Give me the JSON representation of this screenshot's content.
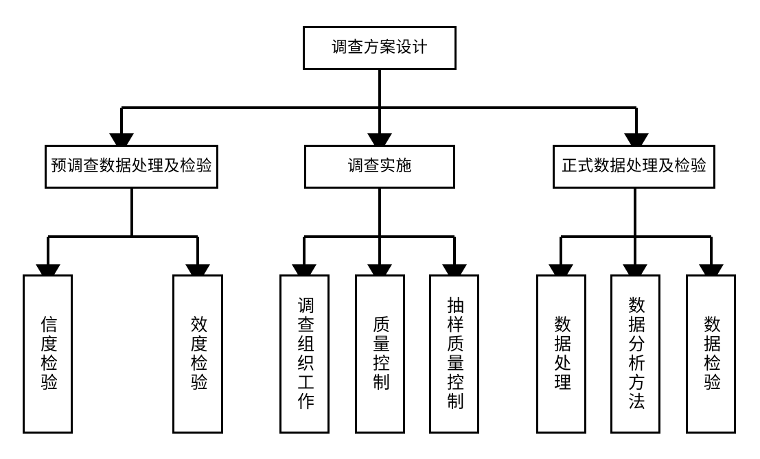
{
  "diagram": {
    "type": "flowchart",
    "orientation": "top-down",
    "title_node": "调查方案设计",
    "colors": {
      "background": "#ffffff",
      "stroke": "#000000",
      "node_fill": "#ffffff",
      "text": "#000000"
    },
    "root": {
      "label": "调查方案设计",
      "text_direction": "horizontal"
    },
    "level2": [
      {
        "label": "预调查数据处理及检验",
        "text_direction": "horizontal"
      },
      {
        "label": "调查实施",
        "text_direction": "horizontal"
      },
      {
        "label": "正式数据处理及检验",
        "text_direction": "horizontal"
      }
    ],
    "leaves": [
      {
        "label": "信度检验",
        "text_direction": "vertical",
        "parent": "预调查数据处理及检验"
      },
      {
        "label": "效度检验",
        "text_direction": "vertical",
        "parent": "预调查数据处理及检验"
      },
      {
        "label": "调查组织工作",
        "text_direction": "vertical",
        "parent": "调查实施"
      },
      {
        "label": "质量控制",
        "text_direction": "vertical",
        "parent": "调查实施"
      },
      {
        "label": "抽样质量控制",
        "text_direction": "vertical",
        "parent": "调查实施"
      },
      {
        "label": "数据处理",
        "text_direction": "vertical",
        "parent": "正式数据处理及检验"
      },
      {
        "label": "数据分析方法",
        "text_direction": "vertical",
        "parent": "正式数据处理及检验"
      },
      {
        "label": "数据检验",
        "text_direction": "vertical",
        "parent": "正式数据处理及检验"
      }
    ]
  }
}
